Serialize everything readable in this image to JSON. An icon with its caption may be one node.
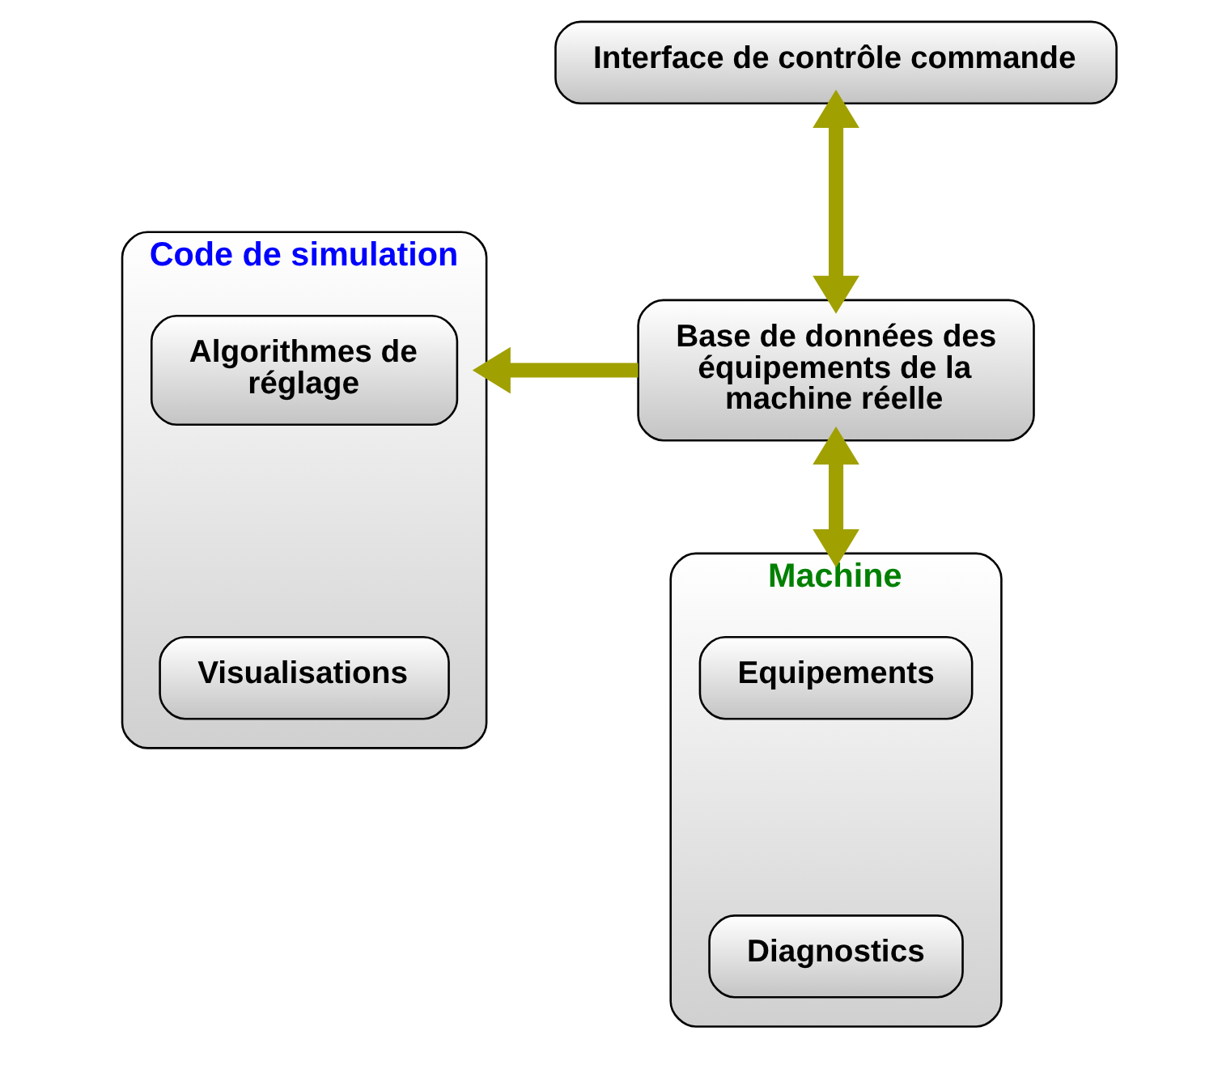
{
  "diagram": {
    "nodes": [
      {
        "text": [
          "Interface de contrôle commande"
        ]
      },
      {
        "text": [
          "Code de simulation"
        ]
      },
      {
        "text": [
          "Algorithmes de réglage"
        ],
        "in": 1
      },
      {
        "text": [
          "Visualisations"
        ],
        "in": 1
      },
      {
        "text": [
          "Base de données des équipements de la machine réelle"
        ]
      },
      {
        "text": [
          "Machine"
        ]
      },
      {
        "text": [
          "Equipements"
        ],
        "in": 5
      },
      {
        "text": [
          "Diagnostics"
        ],
        "in": 5
      }
    ],
    "edges": [
      {
        "from": 0,
        "to": 4,
        "arrow": "both"
      },
      {
        "from": 4,
        "to": 1,
        "arrow": "to"
      },
      {
        "from": 4,
        "to": 5,
        "arrow": "both"
      }
    ]
  }
}
